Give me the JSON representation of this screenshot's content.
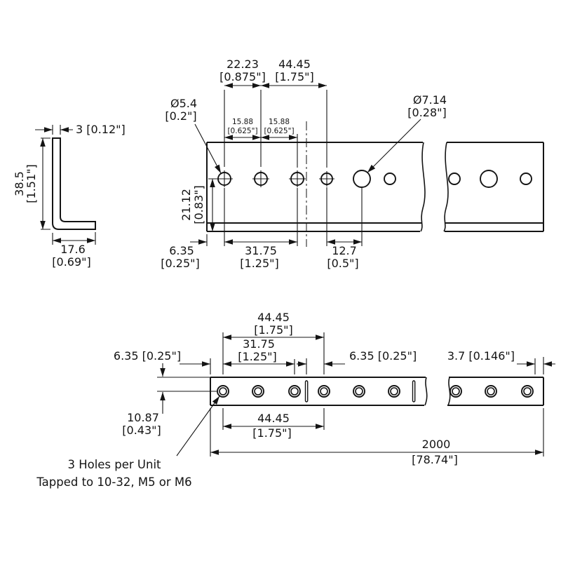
{
  "title": "Angle rail technical drawing",
  "section_view": {
    "thickness": "3 [0.12\"]",
    "height_mm": "38.5",
    "height_in": "[1.51\"]",
    "width_mm": "17.6",
    "width_in": "[0.69\"]"
  },
  "top_view": {
    "dim_edge_offset_mm": "22.23",
    "dim_edge_offset_in": "[0.875\"]",
    "dim_unit_pitch_mm": "44.45",
    "dim_unit_pitch_in": "[1.75\"]",
    "hole_small_dia_mm": "Ø5.4",
    "hole_small_dia_in": "[0.2\"]",
    "hole_large_dia_mm": "Ø7.14",
    "hole_large_dia_in": "[0.28\"]",
    "dim_pitch1_mm": "15.88",
    "dim_pitch1_in": "[0.625\"]",
    "dim_pitch2_mm": "15.88",
    "dim_pitch2_in": "[0.625\"]",
    "dim_center_height_mm": "21.12",
    "dim_center_height_in": "[0.83\"]",
    "dim_end_offset_mm": "6.35",
    "dim_end_offset_in": "[0.25\"]",
    "dim_span_mm": "31.75",
    "dim_span_in": "[1.25\"]",
    "dim_gap_mm": "12.7",
    "dim_gap_in": "[0.5\"]"
  },
  "bottom_view": {
    "dim_pitch_top_mm": "44.45",
    "dim_pitch_top_in": "[1.75\"]",
    "dim_span_mm": "31.75",
    "dim_span_in": "[1.25\"]",
    "dim_left_offset": "6.35 [0.25\"]",
    "dim_mid_offset": "6.35 [0.25\"]",
    "dim_right_offset": "3.7 [0.146\"]",
    "dim_height_mm": "10.87",
    "dim_height_in": "[0.43\"]",
    "dim_pitch_bottom_mm": "44.45",
    "dim_pitch_bottom_in": "[1.75\"]",
    "dim_length_mm": "2000",
    "dim_length_in": "[78.74\"]",
    "note_line1": "3 Holes per Unit",
    "note_line2": "Tapped to 10-32, M5 or M6"
  }
}
